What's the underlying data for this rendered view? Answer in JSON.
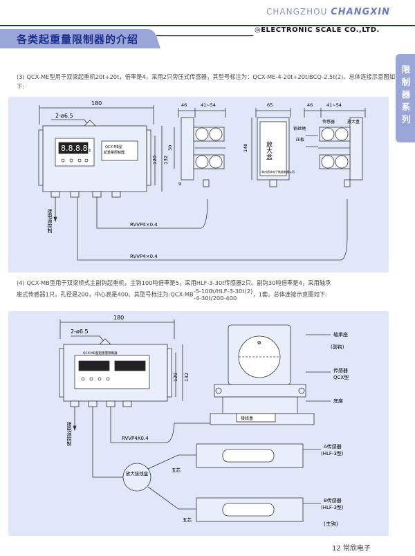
{
  "header": {
    "brand_light": "CHANGZHOU",
    "brand_bold": "CHANGXIN",
    "company": "◎ELECTRONIC SCALE CO.,LTD.",
    "section_title": "各类起重量限制器的介绍"
  },
  "side_tab": {
    "label": "限制器系列"
  },
  "section1": {
    "text": "(3) QCX-ME型用于双梁起重机20t+20t，倍率是4，采用2只旁压式传感器，其型号标注为：QCX-ME-4-20t+20t/BCQ-2.5t(2)。总体连接示意图如下:"
  },
  "section2": {
    "line1": "(4) QCX-MB型用于双梁桥式主副钩起重机，主钩100吨倍率是5，采用HLF-3-30t传感器2只。副钩30吨倍率是4，采用轴承",
    "line2_pre": "座式传感器1只，孔径是200，中心高是400。其型号标注为:QCX-MB",
    "line2_sup": "-5-100t/HLF-3-30t(2)",
    "line2_sub": "-4-30t/200-400",
    "line2_post": "，1套。总体连接示意图如下:"
  },
  "diagram1": {
    "dim_width": "180",
    "dim_holes": "2-ø6.5",
    "dim_h1": "120",
    "dim_h2": "132",
    "dim_46": "46",
    "dim_41_54": "41~54",
    "dim_65": "65",
    "dim_140": "140",
    "dim_30": "30",
    "dim_9": "9",
    "display_digits": "8.8.8.8",
    "display_unit": "t",
    "controller_label1": "QCX-ME型",
    "controller_label2": "起重量限制器",
    "amp_title": "放大盒",
    "amp_caption": "常州昌欣电子衡器有限公司",
    "label_rope": "钢丝绳",
    "label_plate": "压板",
    "label_sensor": "传感器",
    "label_amp": "放大盒",
    "label_power": "接电源控制",
    "cable1": "RVVP4×0.4",
    "cable2": "RVVP4×0.4"
  },
  "diagram2": {
    "dim_width": "180",
    "dim_holes": "2-ø6.5",
    "dim_h1": "120",
    "dim_h2": "132",
    "controller_label1": "QCX-MB型起重量限制器",
    "label_power": "接电源控制",
    "cable": "RVVP4X0.4",
    "junction_box": "放大接线盒",
    "wire_a": "五芯",
    "wire_b": "五芯",
    "label_bearing": "轴承座",
    "label_aux_hook": "(副钩)",
    "label_sensor1": "传感器",
    "label_sensor2": "QCX型",
    "label_base": "底座",
    "label_terminal": "接线盒",
    "label_sensor_a1": "A传感器",
    "label_sensor_a2": "(HLF-3型)",
    "label_sensor_b1": "B传感器",
    "label_sensor_b2": "(HLF-3型)",
    "label_main_hook": "(主钩)",
    "dim_phi": "Φ"
  },
  "footer": {
    "page": "12 常欣电子"
  }
}
